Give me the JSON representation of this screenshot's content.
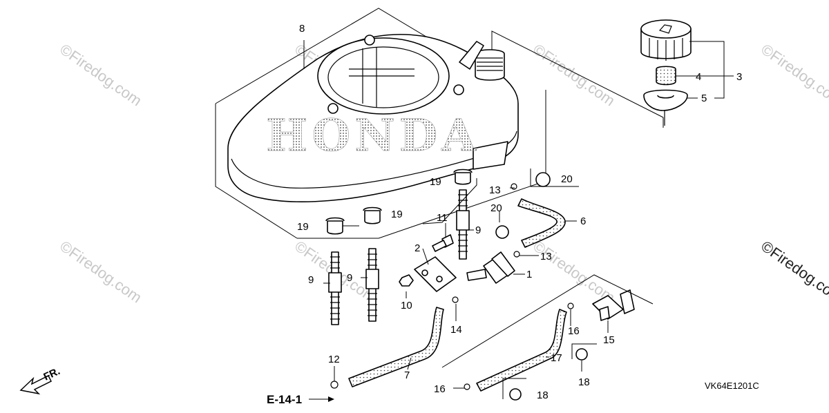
{
  "callouts": {
    "c1": "1",
    "c2": "2",
    "c3": "3",
    "c4": "4",
    "c5": "5",
    "c6": "6",
    "c7": "7",
    "c8": "8",
    "c9": "9",
    "c10": "10",
    "c11": "11",
    "c12": "12",
    "c13": "13",
    "c14": "14",
    "c15": "15",
    "c16": "16",
    "c17": "17",
    "c18": "18",
    "c19": "19",
    "c20": "20"
  },
  "logo_text": "HONDA",
  "watermark": "©Firedog.com",
  "reference": "E-14-1",
  "direction": "FR.",
  "diagram_code": "VK64E1201C",
  "colors": {
    "line": "#000000",
    "watermark": "#c8c8c8",
    "background": "#ffffff"
  }
}
